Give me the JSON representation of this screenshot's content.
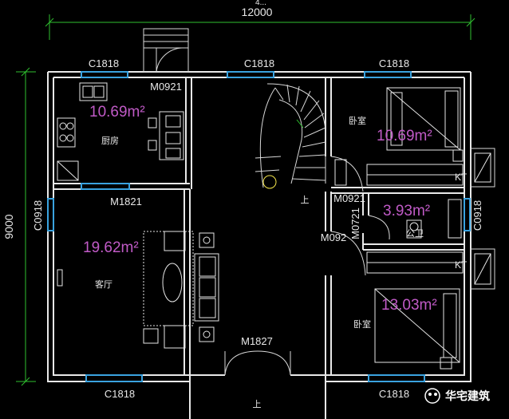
{
  "dimensions": {
    "width_label": "12000",
    "height_label": "9000",
    "top_faint": "4..."
  },
  "windows": {
    "kitchen_top": "C1818",
    "stair_top": "C1818",
    "bedroom1_top": "C1818",
    "living_left": "C0918",
    "bath_right": "C0918",
    "living_bottom": "C1818",
    "bedroom2_bottom": "C1818"
  },
  "doors": {
    "back": "M0921",
    "kitchen": "M1821",
    "bedroom1": "M0921",
    "bath": "M0721",
    "bedroom2": "M092",
    "front": "M1827"
  },
  "rooms": {
    "kitchen": {
      "name": "厨房",
      "area": "10.69m²"
    },
    "bedroom1": {
      "name": "卧室",
      "area": "10.69m²"
    },
    "bath": {
      "name": "公卫",
      "area": "3.93m²"
    },
    "living": {
      "name": "客厅",
      "area": "19.62m²"
    },
    "bedroom2": {
      "name": "卧室",
      "area": "13.03m²"
    }
  },
  "stairs": {
    "up_label": "上"
  },
  "entrance": {
    "up_label": "上"
  },
  "ac_labels": [
    "KT",
    "KT"
  ],
  "brand": {
    "name": "华宅建筑"
  }
}
